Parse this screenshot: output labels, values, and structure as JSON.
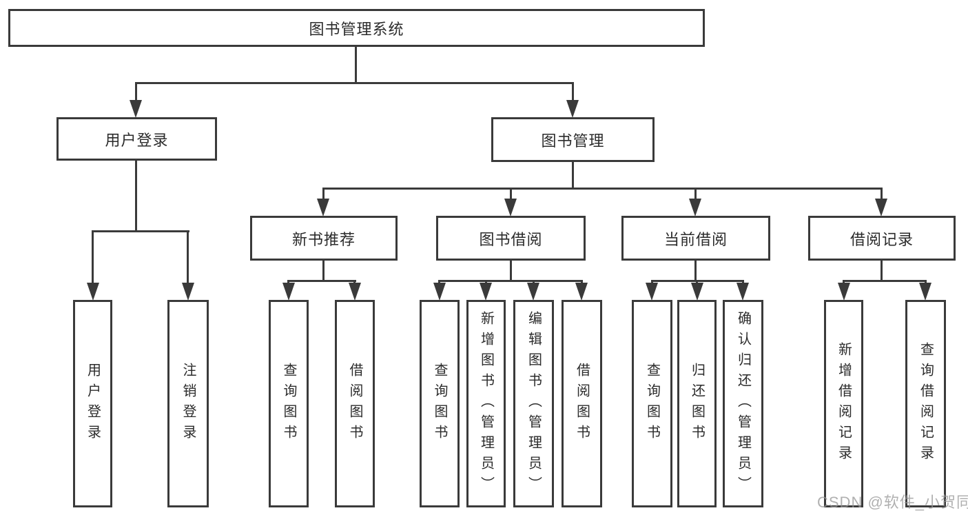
{
  "colors": {
    "line": "#3a3a3a",
    "text": "#2b2b2b",
    "watermark": "#969696",
    "background": "#ffffff"
  },
  "watermark": {
    "text": "CSDN @软件_小贺同学"
  },
  "tree": {
    "root": {
      "label": "图书管理系统",
      "children": [
        {
          "label": "用户登录",
          "children": [
            {
              "label": "用户登录"
            },
            {
              "label": "注销登录"
            }
          ]
        },
        {
          "label": "图书管理",
          "children": [
            {
              "label": "新书推荐",
              "children": [
                {
                  "label": "查询图书"
                },
                {
                  "label": "借阅图书"
                }
              ]
            },
            {
              "label": "图书借阅",
              "children": [
                {
                  "label": "查询图书"
                },
                {
                  "label": "新增图书（管理员）"
                },
                {
                  "label": "编辑图书（管理员）"
                },
                {
                  "label": "借阅图书"
                }
              ]
            },
            {
              "label": "当前借阅",
              "children": [
                {
                  "label": "查询图书"
                },
                {
                  "label": "归还图书"
                },
                {
                  "label": "确认归还（管理员）"
                }
              ]
            },
            {
              "label": "借阅记录",
              "children": [
                {
                  "label": "新增借阅记录"
                },
                {
                  "label": "查询借阅记录"
                }
              ]
            }
          ]
        }
      ]
    }
  }
}
